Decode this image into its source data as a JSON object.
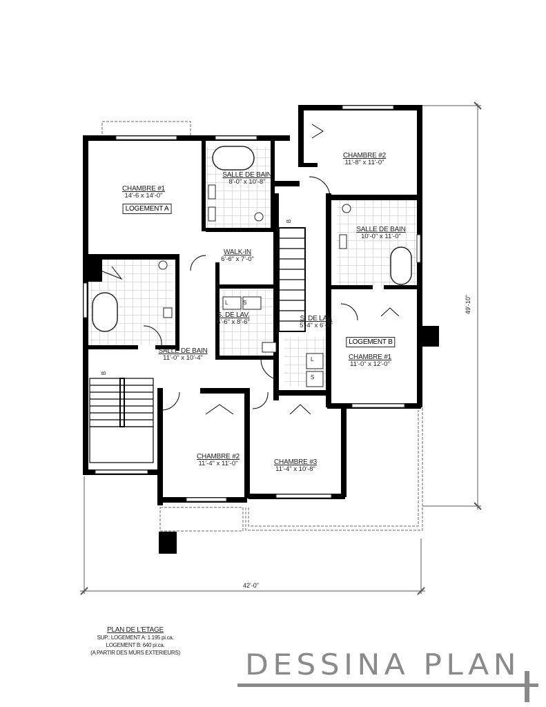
{
  "plan": {
    "title": "PLAN DE L'ETAGE",
    "surface_lines": [
      "SUP.: LOGEMENT A: 1 195 pi.ca.",
      "LOGEMENT B: 640 pi.ca.",
      "(A PARTIR DES MURS EXTERIEURS)"
    ]
  },
  "dimensions": {
    "overall_width": "42'-0\"",
    "overall_depth": "49'-10\""
  },
  "units": {
    "logement_a": "LOGEMENT A",
    "logement_b": "LOGEMENT B"
  },
  "rooms": [
    {
      "name": "CHAMBRE #1",
      "size": "14'-6 x 14'-0\"",
      "unit": "A"
    },
    {
      "name": "SALLE DE BAIN",
      "size": "8'-0\" x 10'-8\"",
      "unit": "A"
    },
    {
      "name": "CHAMBRE #2",
      "size": "11'-8\" x 11'-0\"",
      "unit": "B"
    },
    {
      "name": "SALLE DE BAIN",
      "size": "10'-0\" x 11'-0\"",
      "unit": "B"
    },
    {
      "name": "WALK-IN",
      "size": "6'-6\" x 7'-0\"",
      "unit": "A"
    },
    {
      "name": "S. DE LAV.",
      "size": "6'-6\" x 8'-6\"",
      "unit": "A"
    },
    {
      "name": "S. DE LAV.",
      "size": "5'-4\" x 6'-4\"",
      "unit": "B"
    },
    {
      "name": "SALLE DE BAIN",
      "size": "11'-0\" x 10'-4\"",
      "unit": "A"
    },
    {
      "name": "CHAMBRE #1",
      "size": "11'-0\" x 12'-0\"",
      "unit": "B"
    },
    {
      "name": "CHAMBRE #2",
      "size": "11'-4\" x 11'-0\"",
      "unit": "A"
    },
    {
      "name": "CHAMBRE #3",
      "size": "11'-4\" x 10'-8\"",
      "unit": "A"
    }
  ],
  "markers": {
    "stair_down": "B",
    "washer": "L",
    "dryer": "S"
  },
  "brand": {
    "name": "DESSINA PLAN",
    "color": "#8a8a8a"
  }
}
